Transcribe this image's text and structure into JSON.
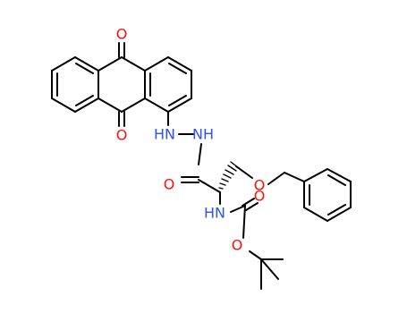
{
  "colors": {
    "bond": "#000000",
    "oxygen": "#ff0d0d",
    "nitrogen": "#3050f8",
    "background": "#ffffff"
  },
  "atoms": {
    "o_quinone_top": "O",
    "o_quinone_bottom": "O",
    "nh_left": "HN",
    "nh_right": "NH",
    "o_amide": "O",
    "o_ether": "O",
    "nh_carbamate": "HN",
    "o_carbonyl_carbamate": "O",
    "o_ester": "O"
  }
}
